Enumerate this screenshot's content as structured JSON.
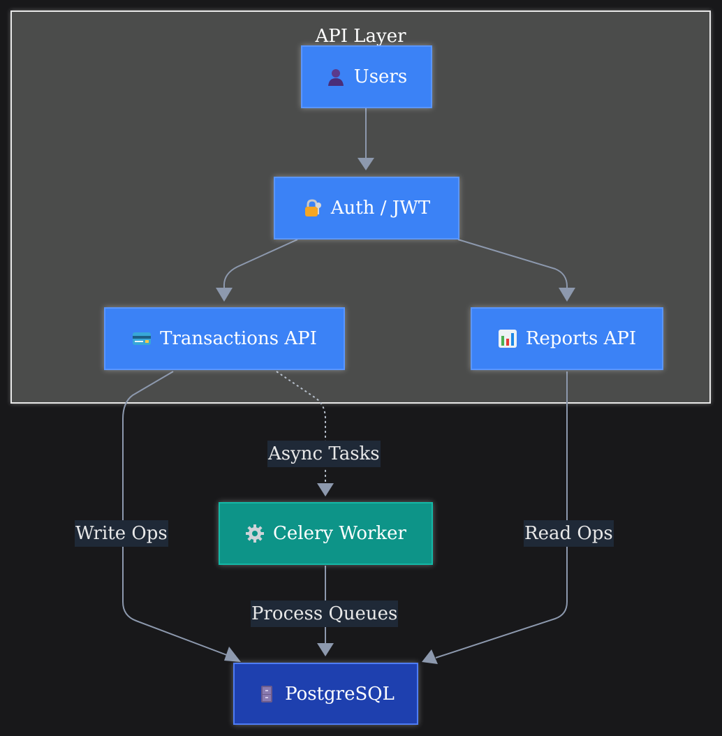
{
  "diagram": {
    "cluster": {
      "title": "API Layer"
    },
    "nodes": {
      "users": {
        "label": "Users",
        "icon": "user-icon"
      },
      "auth": {
        "label": "Auth / JWT",
        "icon": "lock-key-icon"
      },
      "transactions": {
        "label": "Transactions API",
        "icon": "credit-card-icon"
      },
      "reports": {
        "label": "Reports API",
        "icon": "bar-chart-icon"
      },
      "celery": {
        "label": "Celery Worker",
        "icon": "gear-icon"
      },
      "postgres": {
        "label": "PostgreSQL",
        "icon": "file-cabinet-icon"
      }
    },
    "edges": {
      "async": {
        "label": "Async Tasks"
      },
      "write": {
        "label": "Write Ops"
      },
      "read": {
        "label": "Read Ops"
      },
      "process": {
        "label": "Process Queues"
      }
    },
    "colors": {
      "background": "#18181a",
      "cluster_fill": "#4b4c4b",
      "node_blue": "#3b82f6",
      "node_teal": "#0d9488",
      "node_navy": "#1e40af",
      "edge": "#8d99ae",
      "label_bg": "#1f2937"
    }
  }
}
